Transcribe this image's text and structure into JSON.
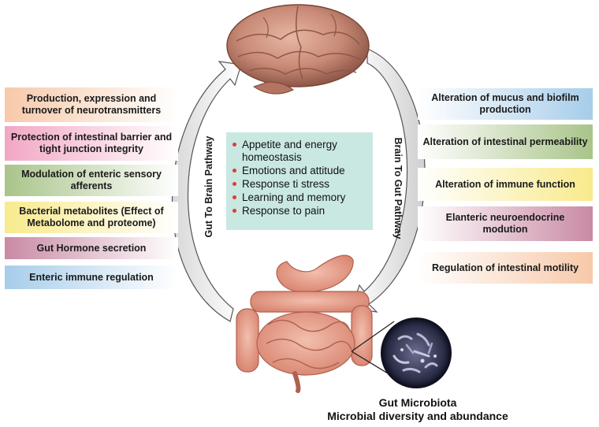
{
  "left_boxes": [
    {
      "label": "Production, expression and turnover of neurotransmitters",
      "color": "#f7c9a9"
    },
    {
      "label": "Protection of intestinal barrier and tight junction integrity",
      "color": "#f2a7c4"
    },
    {
      "label": "Modulation of enteric sensory afferents",
      "color": "#a9c48a"
    },
    {
      "label": "Bacterial metabolites (Effect of Metabolome and proteome)",
      "color": "#f8ea8c"
    },
    {
      "label": "Gut Hormone secretion",
      "color": "#c98aa4"
    },
    {
      "label": "Enteric immune regulation",
      "color": "#a7cdea"
    }
  ],
  "right_boxes": [
    {
      "label": "Alteration of mucus and biofilm production",
      "color": "#a7cdea"
    },
    {
      "label": "Alteration of intestinal permeability",
      "color": "#a9c48a"
    },
    {
      "label": "Alteration of immune function",
      "color": "#f8ea8c"
    },
    {
      "label": "Elanteric neuroendocrine modution",
      "color": "#c98aa4"
    },
    {
      "label": "Regulation of intestinal motility",
      "color": "#f7c9a9"
    }
  ],
  "pathways": {
    "left": "Gut To Brain Pathway",
    "right": "Brain To Gut Pathway"
  },
  "center_items": [
    "Appetite and energy homeostasis",
    "Emotions and attitude",
    "Response ti stress",
    "Learning and memory",
    "Response to pain"
  ],
  "caption": {
    "line1": "Gut Microbiota",
    "line2": "Microbial diversity and abundance"
  }
}
